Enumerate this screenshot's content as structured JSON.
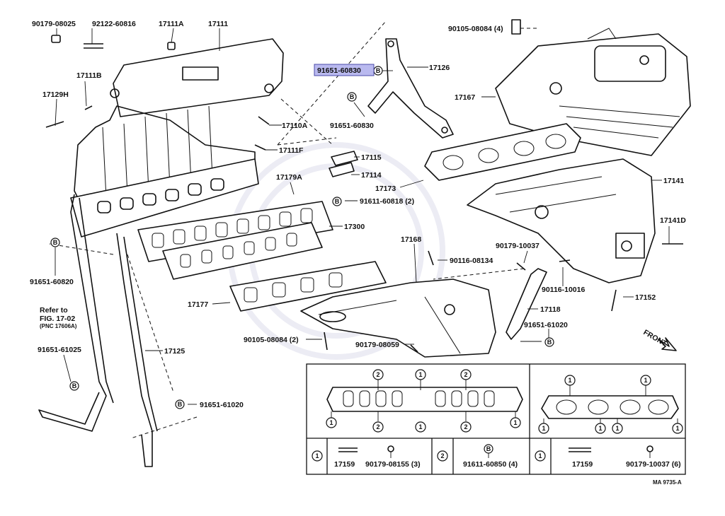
{
  "callouts": {
    "p90179_08025": "90179-08025",
    "p92122_60816": "92122-60816",
    "p17111A": "17111A",
    "p17111": "17111",
    "p17111B": "17111B",
    "p17129H": "17129H",
    "p17110A": "17110A",
    "p17111F": "17111F",
    "p91651_60830_hl": "91651-60830",
    "p91651_60830": "91651-60830",
    "p17126": "17126",
    "p17115": "17115",
    "p17114": "17114",
    "p91611_60818": "91611-60818 (2)",
    "p17179A": "17179A",
    "p17173": "17173",
    "p17300": "17300",
    "p90105_08084_top": "90105-08084 (4)",
    "p17167": "17167",
    "p17141": "17141",
    "p17141D": "17141D",
    "p91651_60820": "91651-60820",
    "p17168": "17168",
    "p90116_08134": "90116-08134",
    "p90179_10037": "90179-10037",
    "p90116_10016": "90116-10016",
    "p17152": "17152",
    "p17177": "17177",
    "p17118": "17118",
    "p91651_61020_r": "91651-61020",
    "p90105_08084_low": "90105-08084 (2)",
    "p90179_08059": "90179-08059",
    "p91651_61025": "91651-61025",
    "p17125": "17125",
    "p91651_61020_l": "91651-61020"
  },
  "refer": {
    "line1": "Refer to",
    "line2": "FIG. 17-02",
    "line3": "(PNC 17606A)"
  },
  "front_label": "FRONT",
  "badge": "B",
  "markers": {
    "one": "1",
    "two": "2"
  },
  "table": {
    "c1_part": "17159",
    "c1_fastener": "90179-08155 (3)",
    "c2_fastener": "91611-60850 (4)",
    "c3_part": "17159",
    "c3_fastener": "90179-10037 (6)"
  },
  "diagram_code": "MA 9735-A"
}
